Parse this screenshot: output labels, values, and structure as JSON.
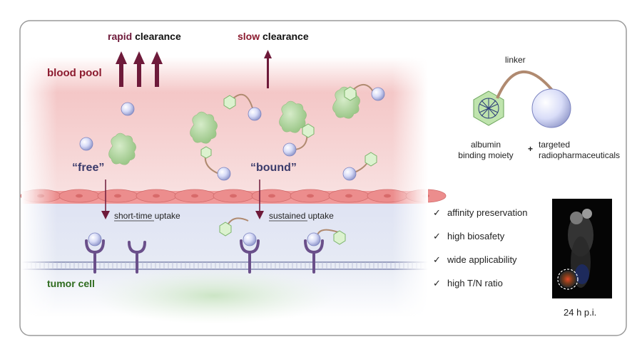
{
  "diagram": {
    "clearance": {
      "rapid_word": "rapid",
      "slow_word": "slow",
      "suffix": " clearance"
    },
    "compartments": {
      "blood_pool": "blood pool",
      "tumor_cell": "tumor cell"
    },
    "states": {
      "free": "“free”",
      "bound": "“bound”"
    },
    "uptake": {
      "short_prefix": "short-time",
      "sustained_prefix": "sustained",
      "suffix": " uptake"
    },
    "construct": {
      "linker": "linker",
      "plus": "+",
      "albumin_line1": "albumin",
      "albumin_line2": "binding moiety",
      "targeted_line1": "targeted",
      "targeted_line2": "radiopharmaceuticals"
    },
    "benefits": [
      "affinity preservation",
      "high biosafety",
      "wide applicability",
      "high T/N ratio"
    ],
    "check_mark": "✓",
    "imaging_label": "24 h p.i."
  },
  "colors": {
    "arrow_maroon": "#6e1a3a",
    "blood_text": "#8b1a2e",
    "slow_text": "#8b1a2e",
    "tumor_text": "#2e6b1e",
    "free_bound_text": "#3b3b6b",
    "albumin_green": "#b8d8a8",
    "ligand_hex_green": "#c8e8b8",
    "receptor_purple": "#6a4f8a",
    "sphere_lavender": "#c8cdf0"
  }
}
